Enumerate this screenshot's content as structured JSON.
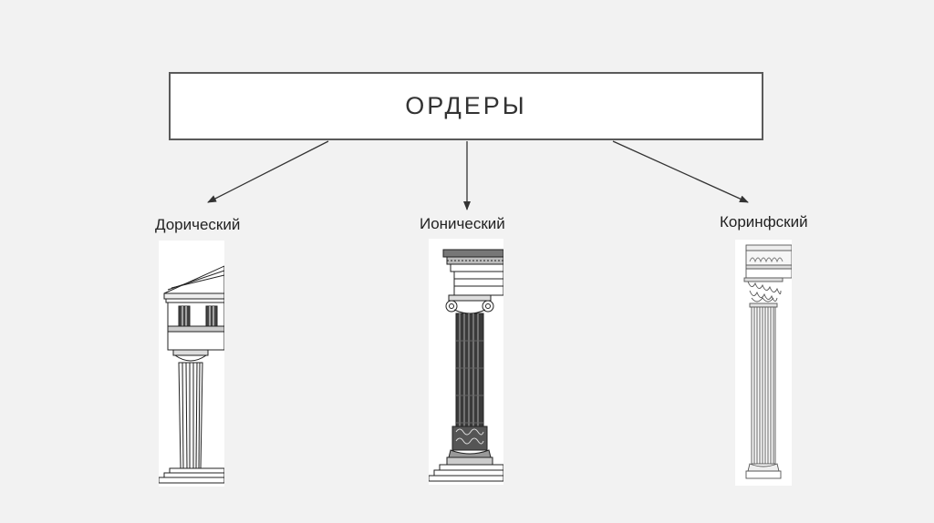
{
  "diagram": {
    "title": "ОРДЕРЫ",
    "branches": [
      {
        "label": "Дорический",
        "illustration": "doric-column"
      },
      {
        "label": "Ионический",
        "illustration": "ionic-column"
      },
      {
        "label": "Коринфский",
        "illustration": "corinthian-column"
      }
    ]
  },
  "colors": {
    "background": "#f2f2f2",
    "box_border": "#5a5a5a",
    "arrow": "#333333",
    "text": "#222222"
  }
}
